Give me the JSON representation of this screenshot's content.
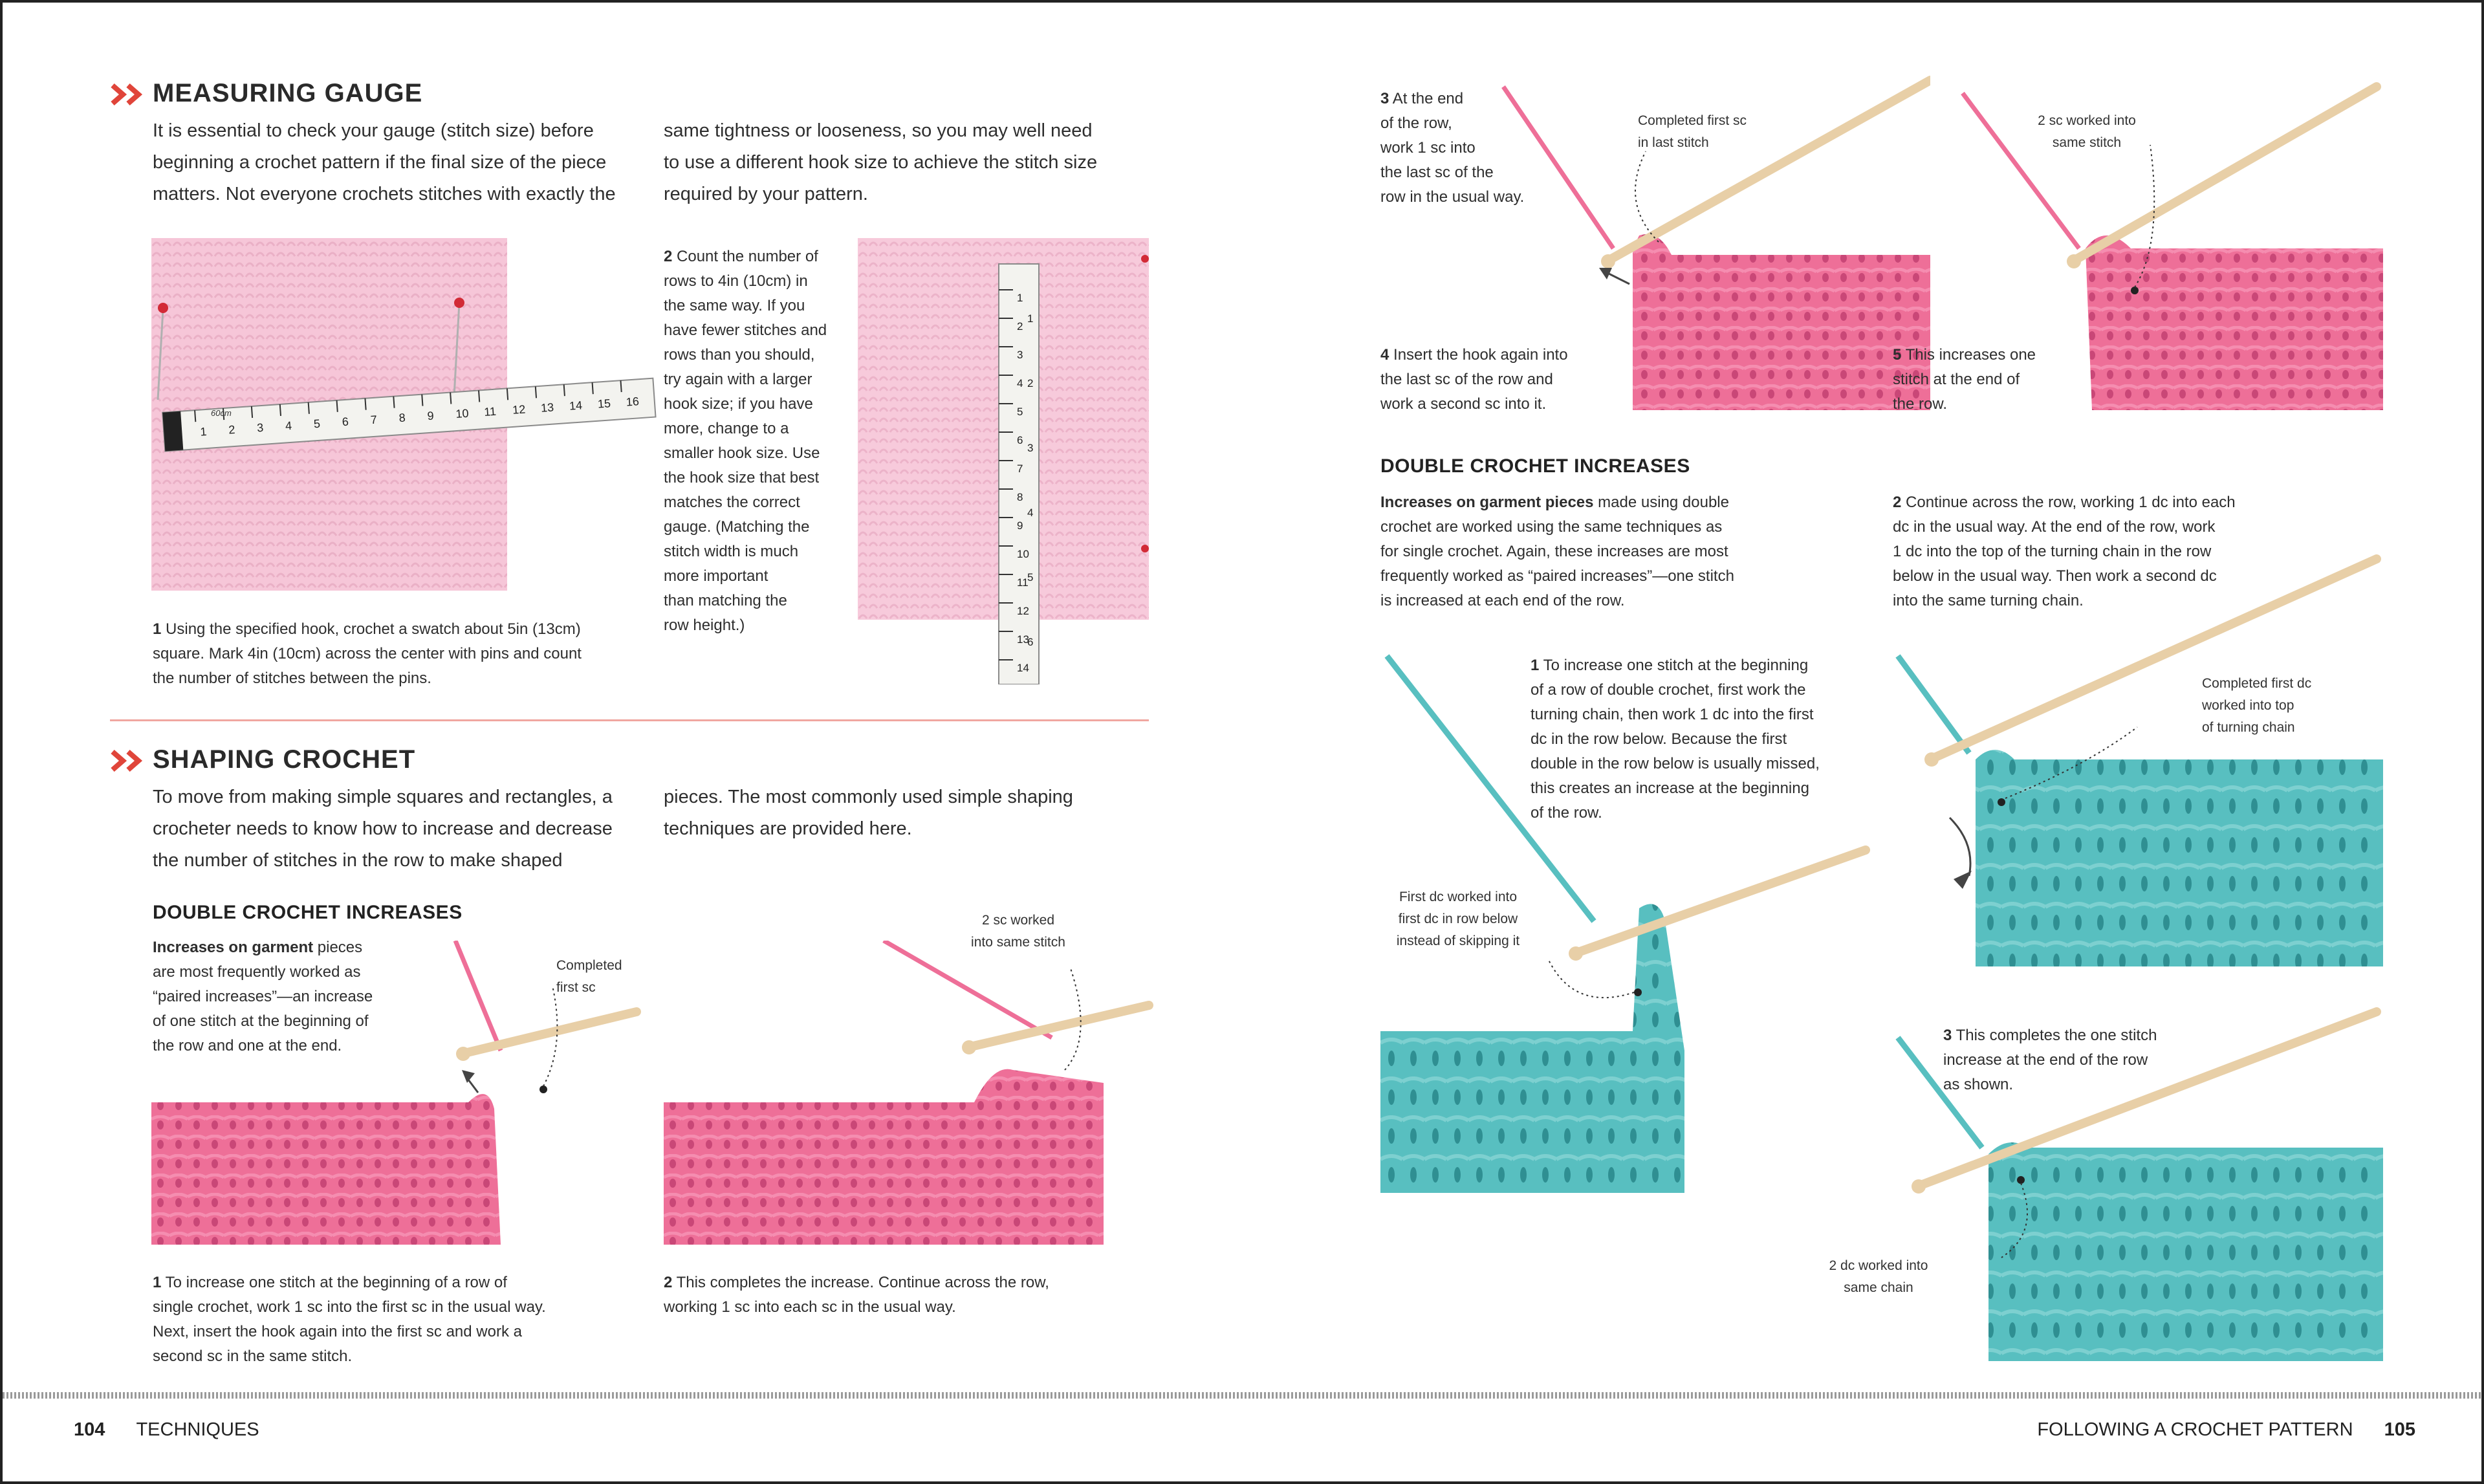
{
  "left_page": {
    "measuring": {
      "heading": "MEASURING GAUGE",
      "intro_col1": [
        "It is essential to check your gauge (stitch size) before",
        "beginning a crochet pattern if the final size of the piece",
        "matters. Not everyone crochets stitches with exactly the"
      ],
      "intro_col2": [
        "same tightness or looseness, so you may well need",
        "to use a different hook size to achieve the stitch size",
        "required by your pattern."
      ],
      "step1": {
        "num": "1",
        "lines": [
          "Using the specified hook, crochet a swatch about 5in (13cm)",
          "square. Mark 4in (10cm) across the center with pins and count",
          "the number of stitches between the pins."
        ]
      },
      "step2": {
        "num": "2",
        "lines": [
          "Count the number of",
          "rows to 4in (10cm) in",
          "the same way. If you",
          "have fewer stitches and",
          "rows than you should,",
          "try again with a larger",
          "hook size; if you have",
          "more, change to a",
          "smaller hook size. Use",
          "the hook size that best",
          "matches the correct",
          "gauge. (Matching the",
          "stitch width is much",
          "more important",
          "than matching the",
          "row height.)"
        ]
      },
      "tape_label": "60cm",
      "tape_numbers": [
        "1",
        "2",
        "3",
        "4",
        "5",
        "6",
        "7",
        "8",
        "9",
        "10",
        "11",
        "12",
        "13",
        "14",
        "15",
        "16"
      ],
      "tape_inch_numbers": [
        "1",
        "2",
        "3",
        "4",
        "5",
        "6"
      ]
    },
    "shaping": {
      "heading": "SHAPING CROCHET",
      "intro_col1": [
        "To move from making simple squares and rectangles, a",
        "crocheter needs to know how to increase and decrease",
        "the number of stitches in the row to make shaped"
      ],
      "intro_col2": [
        "pieces. The most commonly used simple shaping",
        "techniques are provided here."
      ],
      "subheading": "DOUBLE CROCHET INCREASES",
      "garment_bold": "Increases on garment",
      "garment_lines": [
        "pieces",
        "are most frequently worked as",
        "“paired increases”—an increase",
        "of one stitch at the beginning of",
        "the row and one at the end."
      ],
      "label_completed_first_sc": [
        "Completed",
        "first sc"
      ],
      "label_2sc_same": [
        "2 sc worked",
        "into same stitch"
      ],
      "step1": {
        "num": "1",
        "lines": [
          "To increase one stitch at the beginning of a row of",
          "single crochet, work 1 sc into the first sc in the usual way.",
          "Next, insert the hook again into the first sc and work a",
          "second sc in the same stitch."
        ]
      },
      "step2": {
        "num": "2",
        "lines": [
          "This completes the increase. Continue across the row,",
          "working 1 sc into each sc in the usual way."
        ]
      }
    },
    "footer_num": "104",
    "footer_title": "TECHNIQUES"
  },
  "right_page": {
    "step3": {
      "num": "3",
      "lines": [
        "At the end",
        "of the row,",
        "work 1 sc into",
        "the last sc of the",
        "row in the usual way."
      ]
    },
    "label_completed_last": [
      "Completed first sc",
      "in last stitch"
    ],
    "label_2sc_same": [
      "2 sc worked into",
      "same stitch"
    ],
    "step4": {
      "num": "4",
      "lines": [
        "Insert the hook again into",
        "the last sc of the row and",
        "work a second sc into it."
      ]
    },
    "step5": {
      "num": "5",
      "lines": [
        "This increases one",
        "stitch at the end of",
        "the row."
      ]
    },
    "subheading": "DOUBLE CROCHET INCREASES",
    "garment_bold": "Increases on garment pieces",
    "garment_lines": [
      "made using double",
      "crochet are worked using the same techniques as",
      "for single crochet. Again, these increases are most",
      "frequently worked as “paired increases”—one stitch",
      "is increased at each end of the row."
    ],
    "dc_step2": {
      "num": "2",
      "lines": [
        "Continue across the row, working 1 dc into each",
        "dc in the usual way. At the end of the row, work",
        "1 dc into the top of the turning chain in the row",
        "below in the usual way. Then work a second dc",
        "into the same turning chain."
      ]
    },
    "dc_step1": {
      "num": "1",
      "lines": [
        "To increase one stitch at the beginning",
        "of a row of double crochet, first work the",
        "turning chain, then work 1 dc into the first",
        "dc in the row below. Because the first",
        "double in the row below is usually missed,",
        "this creates an increase at the beginning",
        "of the row."
      ]
    },
    "label_first_dc": [
      "First dc worked into",
      "first dc in row below",
      "instead of skipping it"
    ],
    "label_completed_first_dc": [
      "Completed first dc",
      "worked into top",
      "of turning chain"
    ],
    "dc_step3": {
      "num": "3",
      "lines": [
        "This completes the one stitch",
        "increase at the end of the row",
        "as shown."
      ]
    },
    "label_2dc_chain": [
      "2 dc worked into",
      "same chain"
    ],
    "footer_title": "FOLLOWING A CROCHET PATTERN",
    "footer_num": "105"
  },
  "colors": {
    "accent": "#e0453a",
    "pink_yarn": "#ee6f98",
    "pink_swatch": "#f6c6d8",
    "teal_yarn": "#58bfc0",
    "hook": "#e8cfa7"
  }
}
